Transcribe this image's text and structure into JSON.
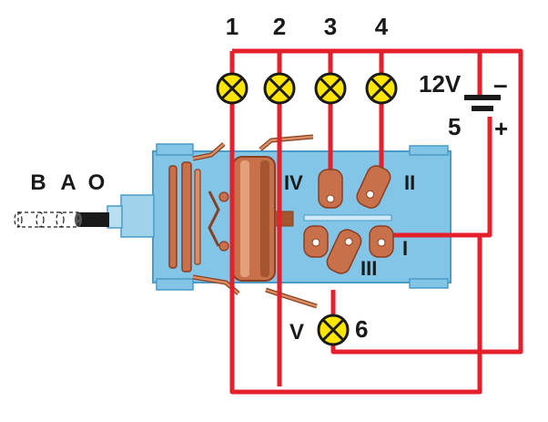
{
  "diagram": {
    "lamp_labels": [
      "1",
      "2",
      "3",
      "4"
    ],
    "lamp6_label": "6",
    "lamp6_letter": "V",
    "battery_voltage": "12V",
    "battery_number": "5",
    "battery_minus": "–",
    "battery_plus": "+",
    "shaft_positions": [
      "B",
      "A",
      "O"
    ],
    "section_labels": {
      "I": "I",
      "II": "II",
      "III": "III",
      "IV": "IV"
    },
    "colors": {
      "wire": "#e3202c",
      "lamp_fill": "#ffe500",
      "lamp_stroke": "#1a1a1a",
      "switch_body": "#82c5e6",
      "switch_body_dark": "#4a9cc8",
      "copper": "#c8704a",
      "copper_dark": "#8a3e22"
    }
  }
}
